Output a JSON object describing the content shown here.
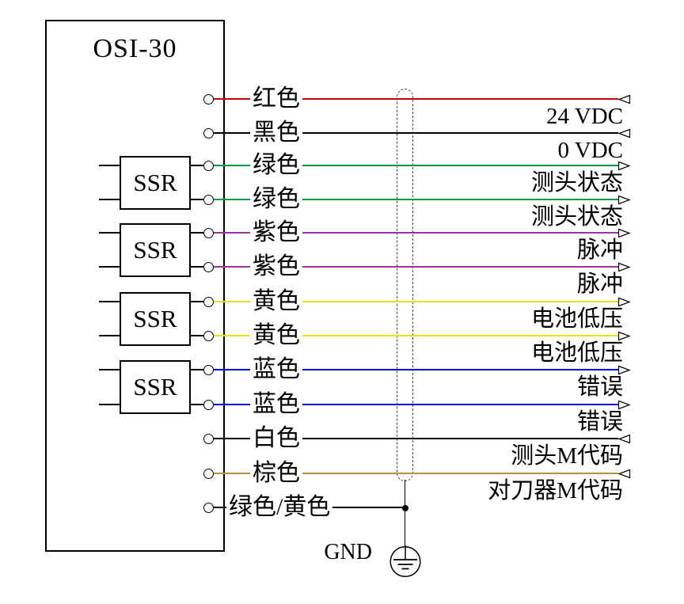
{
  "diagram": {
    "device_title": "OSI-30",
    "relay_label": "SSR",
    "ground_label": "GND"
  },
  "colors": {
    "red": "#cc0000",
    "black": "#000000",
    "green": "#009945",
    "purple": "#993399",
    "yellow": "#e8e020",
    "blue": "#0000dd",
    "brown": "#b5913f"
  },
  "wires": [
    {
      "color_name": "红色",
      "hex": "#cc0000",
      "signal": "24 VDC",
      "direction": "input",
      "ssr": false
    },
    {
      "color_name": "黑色",
      "hex": "#000000",
      "signal": "0 VDC",
      "direction": "input",
      "ssr": false
    },
    {
      "color_name": "绿色",
      "hex": "#009945",
      "signal": "测头状态",
      "direction": "output",
      "ssr": true
    },
    {
      "color_name": "绿色",
      "hex": "#009945",
      "signal": "测头状态",
      "direction": "output",
      "ssr": true
    },
    {
      "color_name": "紫色",
      "hex": "#993399",
      "signal": "脉冲",
      "direction": "output",
      "ssr": true
    },
    {
      "color_name": "紫色",
      "hex": "#993399",
      "signal": "脉冲",
      "direction": "output",
      "ssr": true
    },
    {
      "color_name": "黄色",
      "hex": "#e8e020",
      "signal": "电池低压",
      "direction": "output",
      "ssr": true
    },
    {
      "color_name": "黄色",
      "hex": "#e8e020",
      "signal": "电池低压",
      "direction": "output",
      "ssr": true
    },
    {
      "color_name": "蓝色",
      "hex": "#0000dd",
      "signal": "错误",
      "direction": "output",
      "ssr": true
    },
    {
      "color_name": "蓝色",
      "hex": "#0000dd",
      "signal": "错误",
      "direction": "output",
      "ssr": true
    },
    {
      "color_name": "白色",
      "hex": "#000000",
      "signal": "测头M代码",
      "direction": "input",
      "ssr": false
    },
    {
      "color_name": "棕色",
      "hex": "#b5913f",
      "signal": "对刀器M代码",
      "direction": "input",
      "ssr": false
    },
    {
      "color_name": "绿色/黄色",
      "hex": "#000000",
      "signal": "",
      "direction": "ground",
      "ssr": false
    }
  ]
}
